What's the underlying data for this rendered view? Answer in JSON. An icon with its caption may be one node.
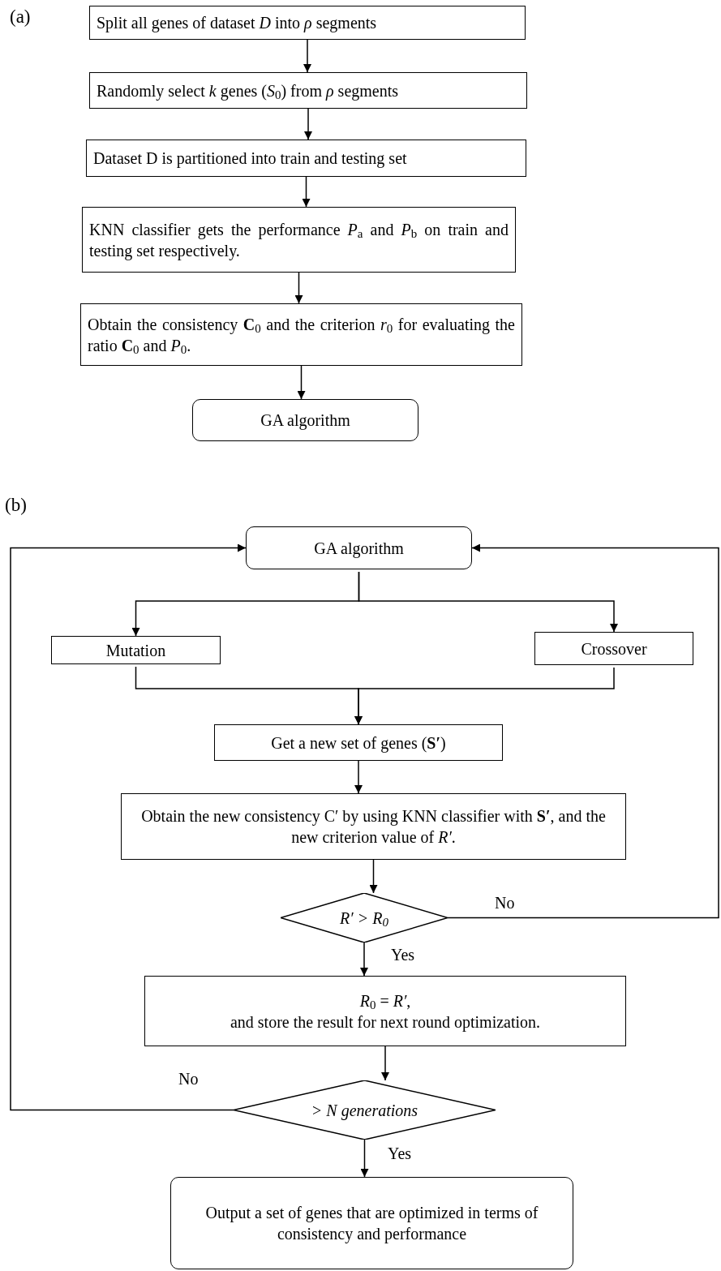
{
  "diagram": {
    "nodes": [
      {
        "text": [
          "Split all genes of dataset *D* into *ρ* segments"
        ]
      },
      {
        "text": [
          "Randomly select *k* genes (*S*$_{0}$) from *ρ* segments"
        ]
      },
      {
        "text": [
          "Dataset D is partitioned into train and testing set"
        ]
      },
      {
        "text": [
          "KNN classifier gets the performance *P*$_{a}$ and *P*$_{b}$ on train and testing set respectively."
        ]
      },
      {
        "text": [
          "Obtain the consistency **C**$_{0}$ and the criterion *r*$_{0}$ for evaluating the ratio **C**$_{0}$ and *P*$_{0}$."
        ]
      },
      {
        "text": [
          "GA algorithm"
        ]
      },
      {
        "text": [
          "GA algorithm"
        ]
      },
      {
        "text": [
          "Mutation"
        ]
      },
      {
        "text": [
          "Crossover"
        ]
      },
      {
        "text": [
          "Get a new set of genes (**S′**)"
        ]
      },
      {
        "text": [
          "Obtain the new consistency C′ by using KNN classifier with **S′**, and the new criterion value of *R′*."
        ]
      },
      {
        "text": [
          "R′ > R$_{0}$"
        ]
      },
      {
        "text": [
          "*R*$_{0}$ = *R′*,",
          "and store the result for next round optimization."
        ]
      },
      {
        "text": [
          "> N generations"
        ]
      },
      {
        "text": [
          "Output a set of genes that are optimized in terms of consistency and performance"
        ]
      }
    ],
    "edges": [
      {
        "from": 0,
        "to": 1,
        "arrow": "to"
      },
      {
        "from": 1,
        "to": 2,
        "arrow": "to"
      },
      {
        "from": 2,
        "to": 3,
        "arrow": "to"
      },
      {
        "from": 3,
        "to": 4,
        "arrow": "to"
      },
      {
        "from": 4,
        "to": 5,
        "arrow": "to"
      },
      {
        "from": 6,
        "to": 7,
        "arrow": "to"
      },
      {
        "from": 6,
        "to": 8,
        "arrow": "to"
      },
      {
        "from": 7,
        "to": 9,
        "arrow": "to"
      },
      {
        "from": 8,
        "to": 9,
        "arrow": "to"
      },
      {
        "from": 9,
        "to": 10,
        "arrow": "to"
      },
      {
        "from": 10,
        "to": 11,
        "arrow": "to"
      },
      {
        "from": 11,
        "to": 12,
        "arrow": "to",
        "label": "Yes"
      },
      {
        "from": 11,
        "to": 6,
        "arrow": "to",
        "label": "No"
      },
      {
        "from": 12,
        "to": 13,
        "arrow": "to"
      },
      {
        "from": 13,
        "to": 6,
        "arrow": "to",
        "label": "No"
      },
      {
        "from": 13,
        "to": 14,
        "arrow": "to",
        "label": "Yes"
      }
    ],
    "labels": [
      "(a)",
      "(b)"
    ]
  }
}
